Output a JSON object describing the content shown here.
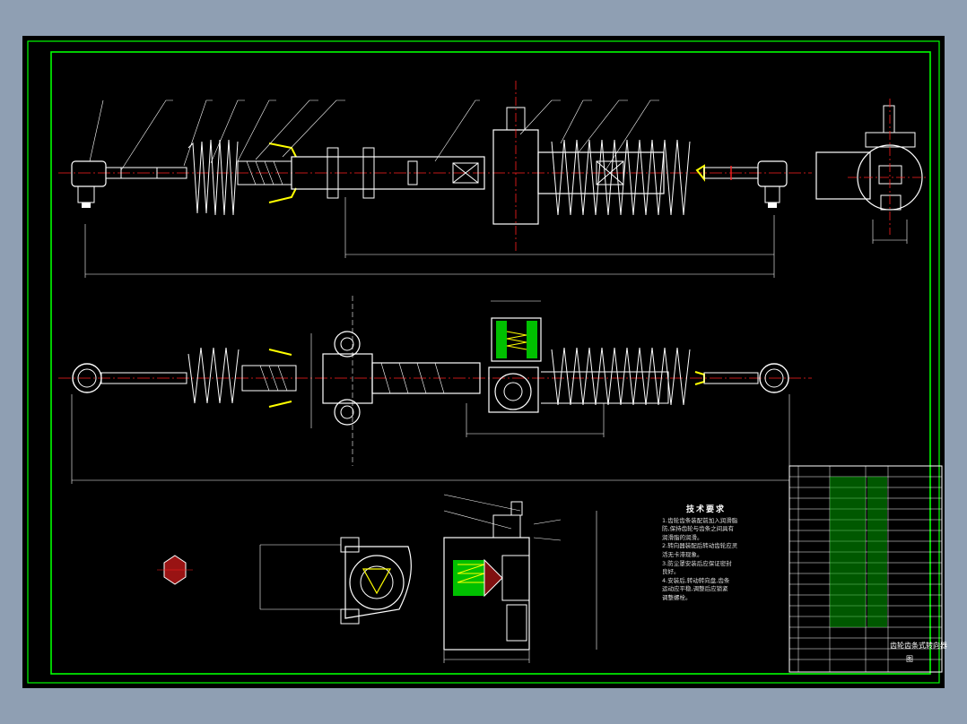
{
  "drawing": {
    "tech_requirements_title": "技术要求",
    "tech_requirements_lines": [
      "1.齿轮齿条装配前加入润滑脂",
      "防,保持齿轮与齿条之间具有",
      "润滑脂的润滑。",
      "2.转向器装配后转动齿轮应灵",
      "活无卡滞现象。",
      "3.防尘罩安装后应保证密封",
      "良好。",
      "4.安装后,转动转向盘,齿条",
      "运动应平稳,调整后应锁紧",
      "调整螺栓。"
    ],
    "title_block_name": "齿轮齿条式转向器",
    "title_block_sub": "图"
  },
  "colors": {
    "background": "#000000",
    "frame": "#00ff00",
    "centerline": "#ff2020",
    "hatch": "#ffffff",
    "seal": "#ffff00",
    "leader": "#ffffff"
  }
}
